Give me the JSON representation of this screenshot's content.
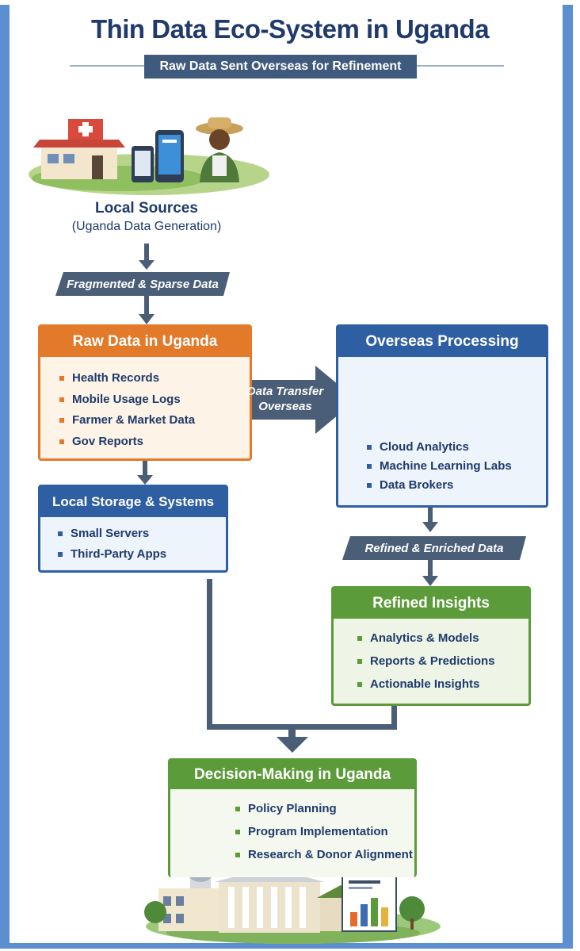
{
  "title": "Thin Data Eco-System in Uganda",
  "subtitle": "Raw Data Sent Overseas for Refinement",
  "local_sources": {
    "title": "Local Sources",
    "subtitle": "(Uganda Data Generation)"
  },
  "fragmented_label": "Fragmented & Sparse Data",
  "raw_data": {
    "title": "Raw Data in Uganda",
    "items": [
      "Health Records",
      "Mobile Usage Logs",
      "Farmer & Market Data",
      "Gov Reports"
    ]
  },
  "transfer_label_line1": "Data Transfer",
  "transfer_label_line2": "Overseas",
  "overseas": {
    "title": "Overseas Processing",
    "items": [
      "Cloud Analytics",
      "Machine Learning Labs",
      "Data Brokers"
    ]
  },
  "local_storage": {
    "title": "Local Storage & Systems",
    "items": [
      "Small Servers",
      "Third-Party Apps"
    ]
  },
  "refined_label": "Refined & Enriched Data",
  "refined_insights": {
    "title": "Refined Insights",
    "items": [
      "Analytics & Models",
      "Reports & Predictions",
      "Actionable Insights"
    ]
  },
  "decision": {
    "title": "Decision-Making in Uganda",
    "items": [
      "Policy Planning",
      "Program Implementation",
      "Research & Donor Alignment"
    ]
  },
  "colors": {
    "orange": "#e37a2a",
    "blue": "#2f5fa3",
    "green": "#5c9b3a",
    "slate": "#4a5e78",
    "title": "#1f3a6b"
  },
  "icons": [
    "clinic-icon",
    "smartphone-icon",
    "farmer-icon",
    "cloud-server-icon",
    "flask-icon",
    "globe-icon",
    "government-building-icon",
    "report-chart-icon"
  ]
}
